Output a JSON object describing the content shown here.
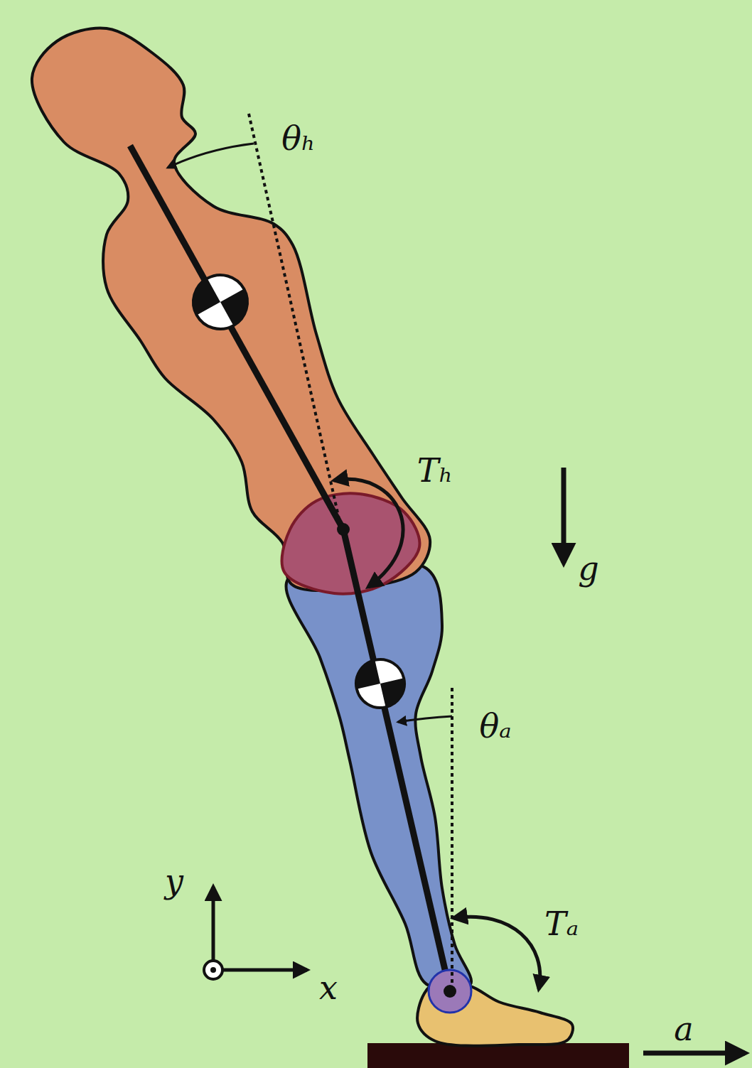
{
  "diagram": {
    "labels": [
      "θₕ",
      "Tₕ",
      "g",
      "θₐ",
      "Tₐ",
      "y",
      "x",
      "a"
    ]
  }
}
